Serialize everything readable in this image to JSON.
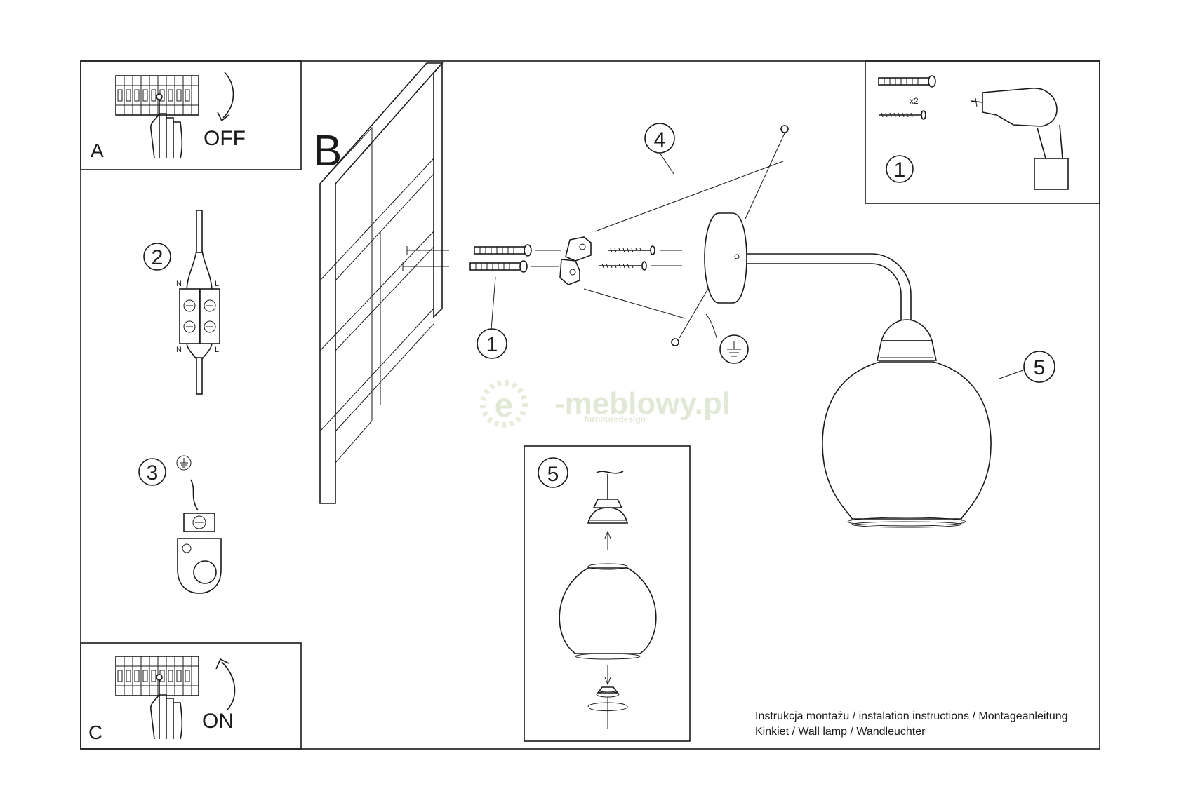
{
  "panels": {
    "a": {
      "letter": "A",
      "switch_label": "OFF"
    },
    "b": {
      "letter": "B"
    },
    "c": {
      "letter": "C",
      "switch_label": "ON"
    }
  },
  "steps": {
    "s1_tools": "1",
    "s1_tools_qty": "x2",
    "s1_wall": "1",
    "s2": "2",
    "s3": "3",
    "s4": "4",
    "s5_main": "5",
    "s5_detail": "5"
  },
  "connector_labels": {
    "n_top": "N",
    "l_top": "L",
    "n_bottom": "N",
    "l_bottom": "L"
  },
  "watermark": {
    "text": "-meblowy.pl",
    "prefix": "e",
    "tagline": "furnituredesign"
  },
  "footer": {
    "line1": "Instrukcja montażu / instalation instructions / Montageanleitung",
    "line2": "Kinkiet / Wall lamp / Wandleuchter"
  }
}
